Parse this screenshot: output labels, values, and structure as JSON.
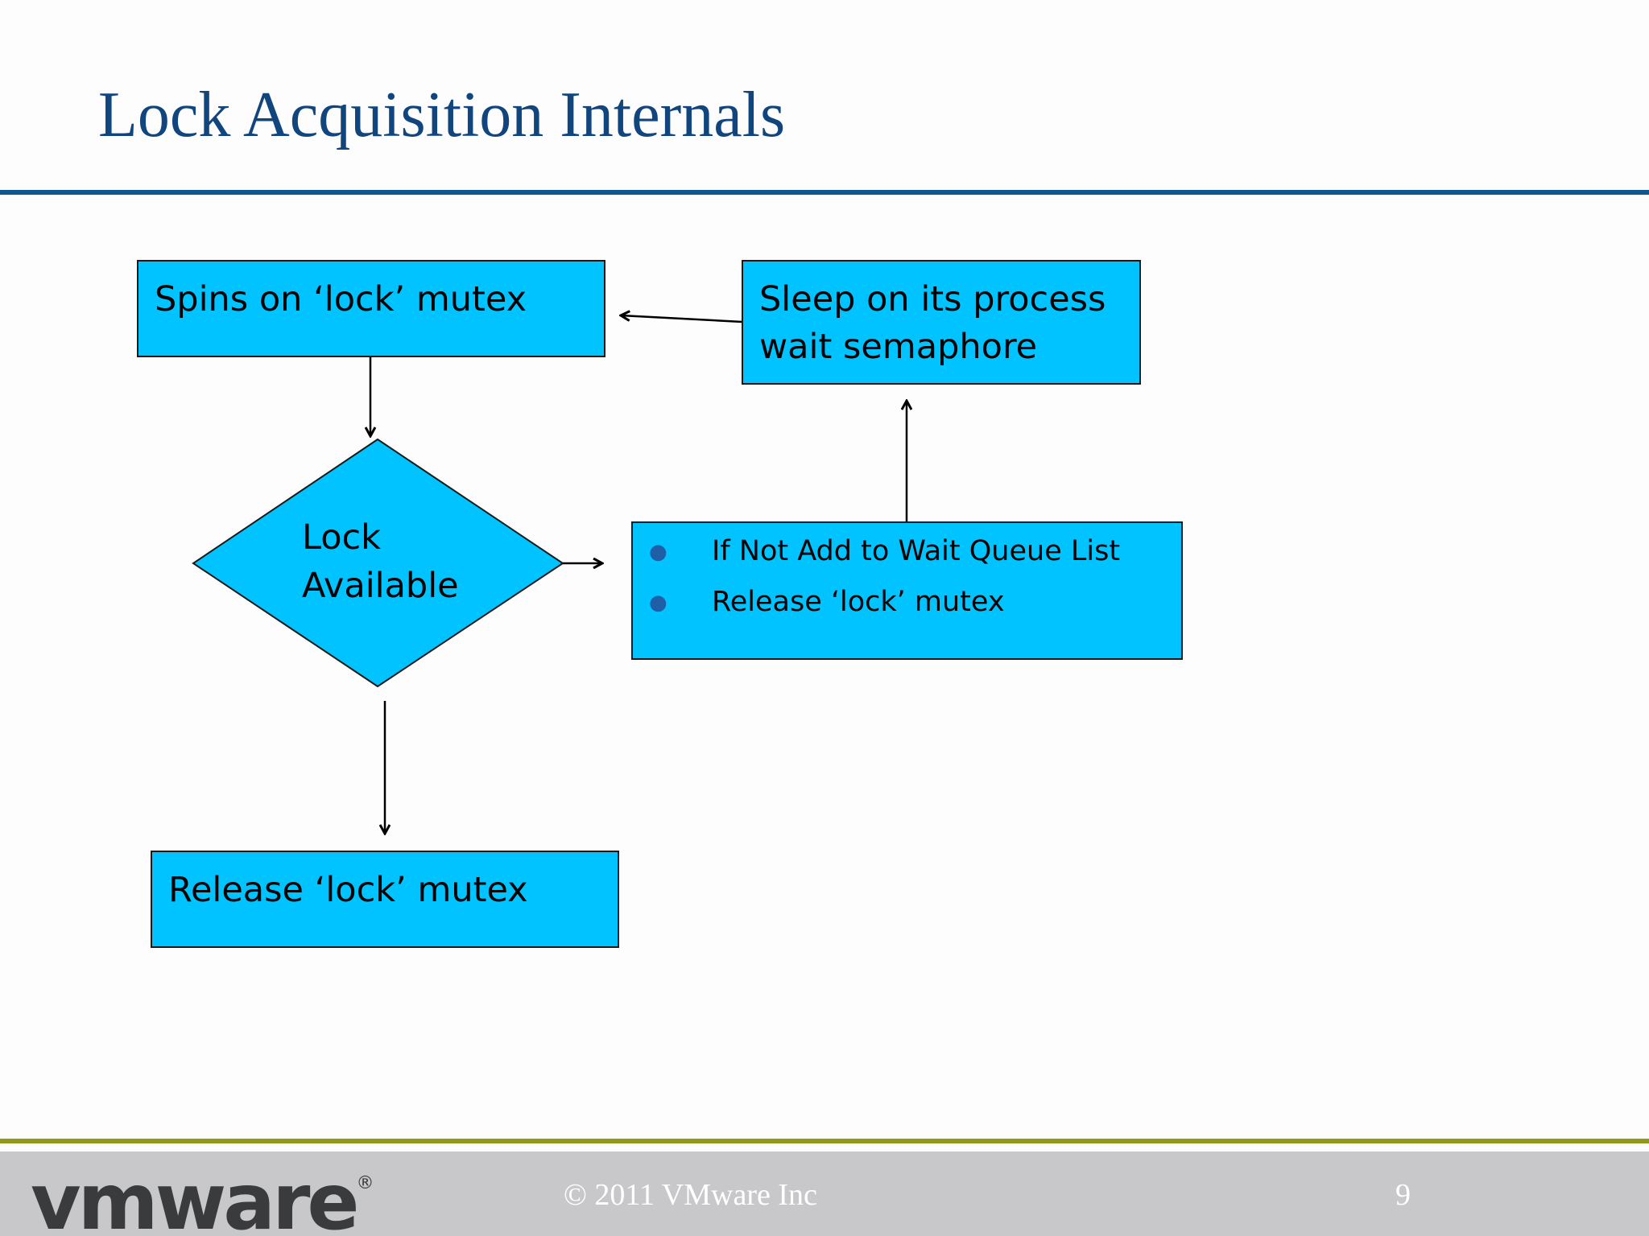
{
  "slide": {
    "title": "Lock Acquisition Internals",
    "page_number": "9"
  },
  "flowchart": {
    "spin_box": "Spins on  ‘lock’ mutex",
    "sleep_box": {
      "line1": "Sleep on  its process",
      "line2": "wait semaphore"
    },
    "decision": {
      "line1": "Lock",
      "line2": "Available"
    },
    "wait_box": {
      "bullets": [
        "If Not Add to Wait Queue List",
        "Release ‘lock’ mutex"
      ]
    },
    "release_box": "Release  ‘lock’ mutex"
  },
  "footer": {
    "logo_text": "vmware",
    "logo_mark": "®",
    "copyright": "© 2011  VMware Inc"
  },
  "colors": {
    "title": "#11457e",
    "title_rule": "#11578f",
    "box_fill": "#00c3ff",
    "footer_rule": "#8f9a1a",
    "footer_band": "#c8c8ca",
    "logo": "#3a3b3d"
  }
}
